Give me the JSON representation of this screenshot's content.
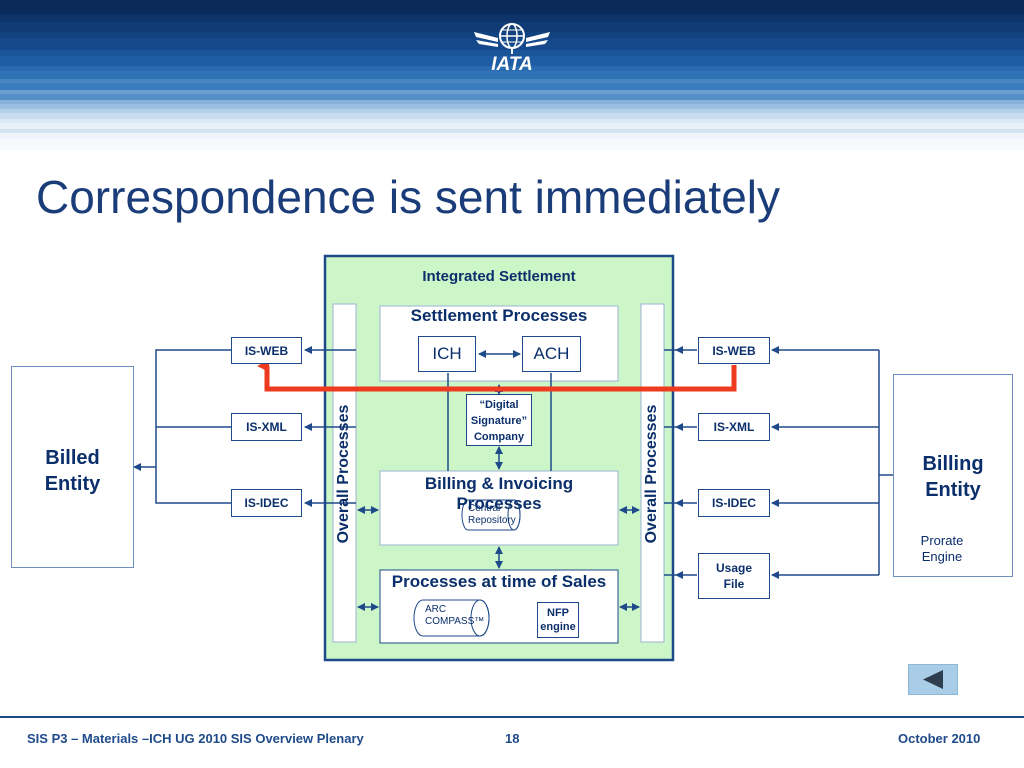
{
  "header": {
    "logo_text": "IATA"
  },
  "title": "Correspondence is sent immediately",
  "diagram": {
    "integrated_settlement": "Integrated Settlement",
    "settlement_processes": "Settlement Processes",
    "ich": "ICH",
    "ach": "ACH",
    "digital_signature": [
      "“Digital",
      "Signature”",
      "Company"
    ],
    "billing_invoicing": "Billing & Invoicing Processes",
    "central_repository": [
      "Central",
      "Repository"
    ],
    "processes_sales": "Processes at time of Sales",
    "arc_compass": [
      "ARC",
      "COMPASS™"
    ],
    "nfp_engine": [
      "NFP",
      "engine"
    ],
    "overall_processes": "Overall Processes",
    "left_channels": [
      "IS-WEB",
      "IS-XML",
      "IS-IDEC"
    ],
    "right_channels": [
      "IS-WEB",
      "IS-XML",
      "IS-IDEC"
    ],
    "usage_file": [
      "Usage",
      "File"
    ],
    "billed_entity": [
      "Billed",
      "Entity"
    ],
    "billing_entity": [
      "Billing",
      "Entity"
    ],
    "prorate_engine": [
      "Prorate",
      "Engine"
    ]
  },
  "colors": {
    "navy": "#1f4a8a",
    "text": "#0b2f6b",
    "green_fill": "#ccf5c8",
    "red_arrow": "#ee3a1e"
  },
  "footer": {
    "left": "SIS P3 – Materials –ICH UG 2010 SIS Overview Plenary",
    "page_number": "18",
    "date": "October 2010"
  },
  "navigation": {
    "back_icon": "left-triangle-icon"
  }
}
